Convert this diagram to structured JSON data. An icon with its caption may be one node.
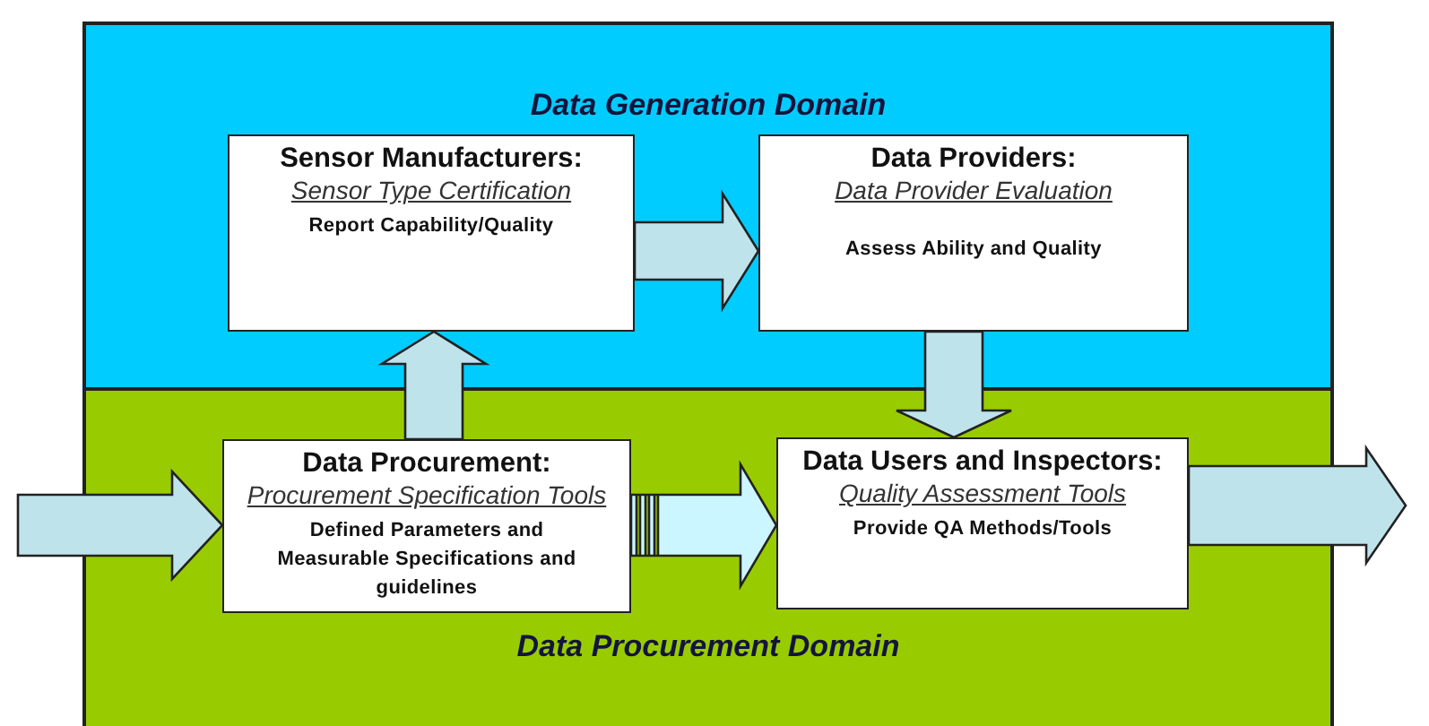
{
  "diagram": {
    "nodes": [
      {
        "text": [
          "Data Generation Domain"
        ]
      },
      {
        "text": [
          "Sensor Manufacturers:",
          "Sensor Type Certification",
          "Report Capability/Quality"
        ],
        "in": 0
      },
      {
        "text": [
          "Data Providers:",
          "Data Provider Evaluation",
          "Assess Ability and Quality"
        ],
        "in": 0
      },
      {
        "text": [
          "Data Procurement Domain"
        ]
      },
      {
        "text": [
          "Data Procurement:",
          "Procurement Specification Tools",
          "Defined Parameters and Measurable Specifications and guidelines"
        ],
        "in": 3
      },
      {
        "text": [
          "Data Users and Inspectors:",
          "Quality Assessment Tools",
          "Provide QA Methods/Tools"
        ],
        "in": 3
      }
    ],
    "edges": [
      {
        "from": null,
        "to": 4,
        "arrow": "to"
      },
      {
        "from": 4,
        "to": 1,
        "arrow": "to"
      },
      {
        "from": 1,
        "to": 2,
        "arrow": "to"
      },
      {
        "from": 2,
        "to": 5,
        "arrow": "to"
      },
      {
        "from": 4,
        "to": 5,
        "arrow": "to"
      },
      {
        "from": 5,
        "to": null,
        "arrow": "to"
      }
    ]
  }
}
